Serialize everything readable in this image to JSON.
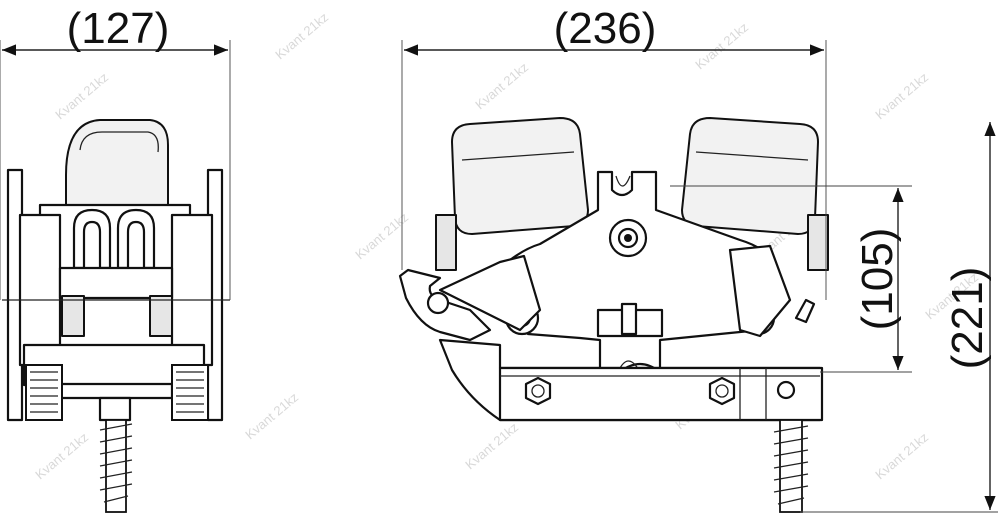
{
  "dimensions": {
    "side_width": "(127)",
    "front_width": "(236)",
    "inner_height": "(105)",
    "overall_height": "(221)"
  },
  "watermark": "Kvant 21kz",
  "colors": {
    "line": "#111111",
    "watermark": "#d9d9d9",
    "background": "#ffffff"
  }
}
